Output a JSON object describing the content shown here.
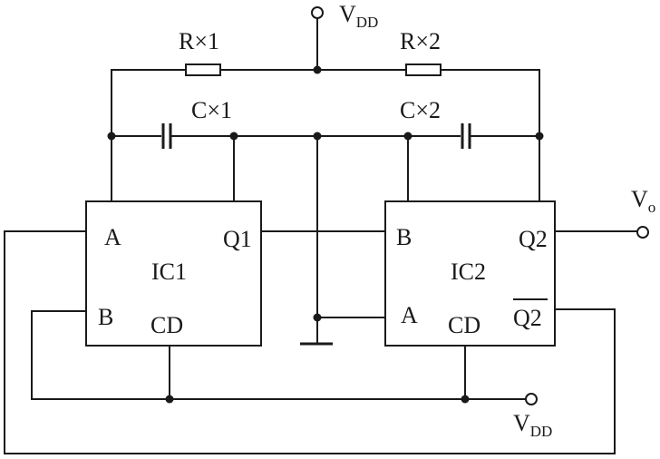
{
  "labels": {
    "vdd_top": {
      "main": "V",
      "sub": "DD"
    },
    "vdd_bottom": {
      "main": "V",
      "sub": "DD"
    },
    "vo": {
      "main": "V",
      "sub": "o"
    },
    "rx1": "R×1",
    "rx2": "R×2",
    "cx1": "C×1",
    "cx2": "C×2",
    "ic1": {
      "name": "IC1",
      "pin_a": "A",
      "pin_b": "B",
      "pin_q": "Q1",
      "pin_cd": "CD"
    },
    "ic2": {
      "name": "IC2",
      "pin_a": "A",
      "pin_b": "B",
      "pin_q": "Q2",
      "pin_qbar": "Q2",
      "pin_cd": "CD"
    }
  }
}
